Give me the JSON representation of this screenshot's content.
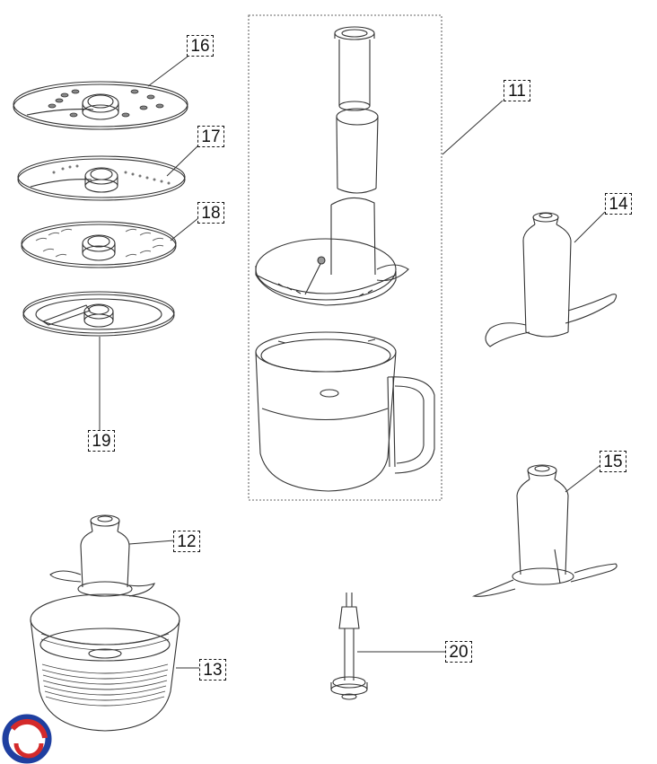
{
  "labels": {
    "p11": "11",
    "p12": "12",
    "p13": "13",
    "p14": "14",
    "p15": "15",
    "p16": "16",
    "p17": "17",
    "p18": "18",
    "p19": "19",
    "p20": "20"
  },
  "colors": {
    "line": "#333333",
    "logo_blue": "#1f3fa0",
    "logo_red": "#d42a2a"
  },
  "icons": {
    "logo": "brand-logo-mark"
  }
}
